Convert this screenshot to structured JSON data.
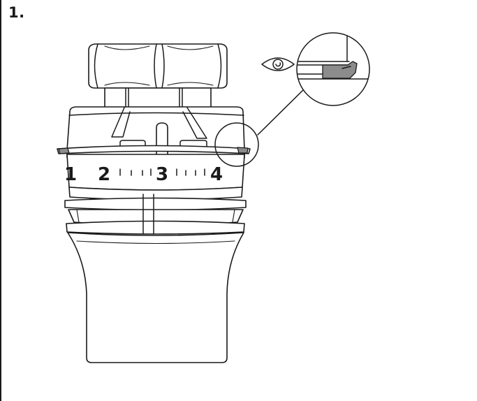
{
  "step": {
    "number": "1."
  },
  "dial": {
    "scale_labels": [
      "1",
      "2",
      "3",
      "4"
    ]
  },
  "icons": {
    "inspect": "eye-icon",
    "detail": "magnified-clip-detail"
  },
  "colors": {
    "outline": "#1a1a1a",
    "clip_fill": "#8c8c8c",
    "background": "#ffffff"
  }
}
